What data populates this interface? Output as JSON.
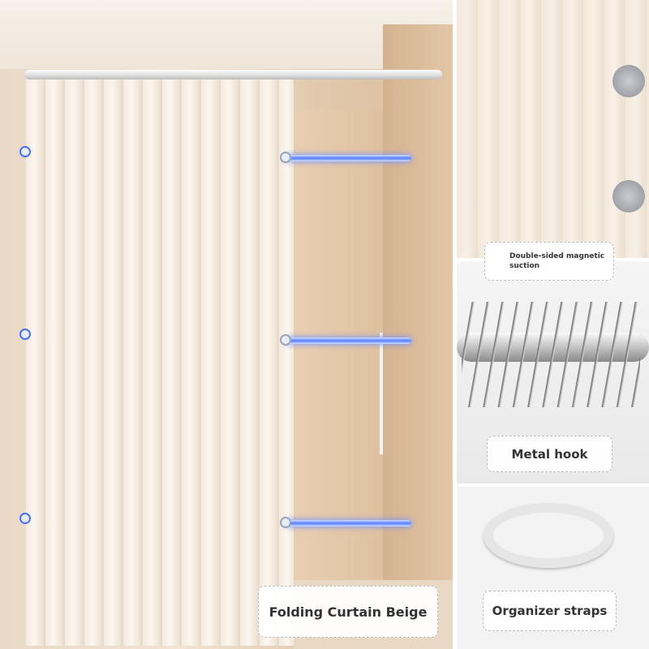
{
  "labels": {
    "main": "Folding Curtain Beige",
    "magnet": "Double-sided magnetic suction",
    "hook": "Metal hook",
    "straps": "Organizer straps"
  },
  "colors": {
    "curtain": "#f4ebe0",
    "wall": "#e2c9ad",
    "magnetic_glow": "#5a7dff"
  }
}
